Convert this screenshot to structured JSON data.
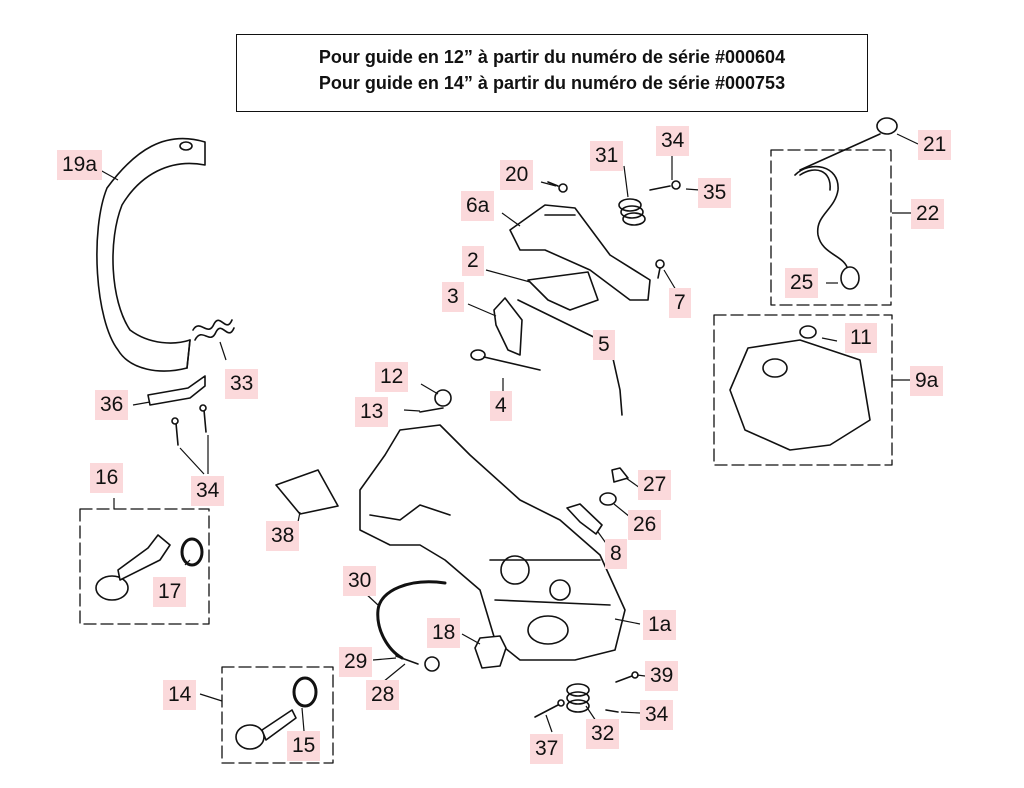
{
  "header": {
    "line1": "Pour guide en 12” à partir du numéro de série #000604",
    "line2": "Pour guide en 14” à partir du numéro de série #000753"
  },
  "callouts": [
    "19a",
    "20",
    "31",
    "34",
    "35",
    "21",
    "22",
    "25",
    "6a",
    "2",
    "3",
    "7",
    "5",
    "4",
    "33",
    "36",
    "12",
    "13",
    "11",
    "9a",
    "16",
    "34",
    "27",
    "26",
    "38",
    "8",
    "17",
    "30",
    "1a",
    "18",
    "29",
    "28",
    "39",
    "14",
    "34",
    "15",
    "37",
    "32"
  ],
  "colors": {
    "label_bg": "#fbd9db",
    "line": "#111111",
    "part_fill": "#ffffff"
  }
}
